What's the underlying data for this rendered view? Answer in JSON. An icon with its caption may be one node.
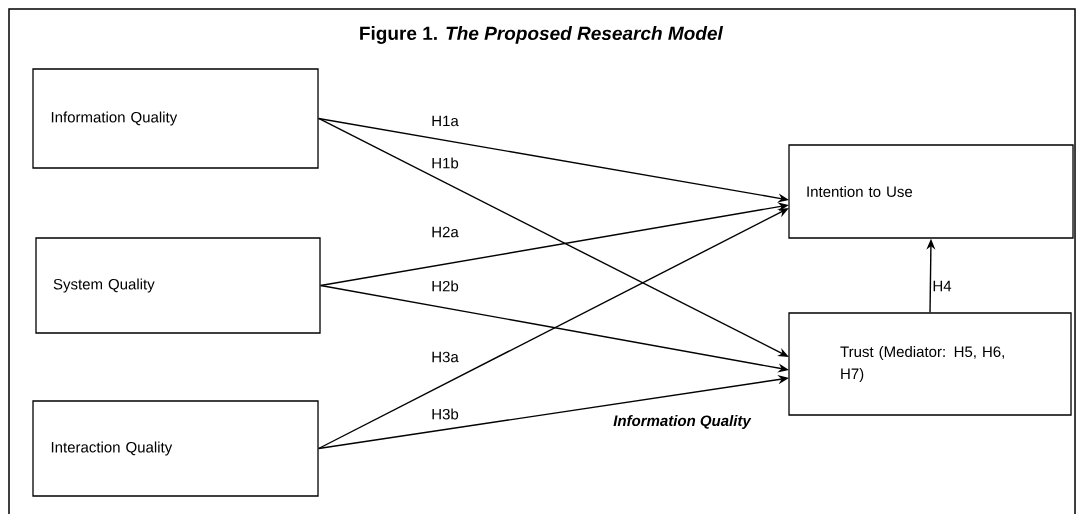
{
  "diagram": {
    "title": "Figure 1. *The Proposed Research Model*",
    "nodes": [
      {
        "text": [
          "Information Quality"
        ]
      },
      {
        "text": [
          "System Quality"
        ]
      },
      {
        "text": [
          "Interaction Quality"
        ]
      },
      {
        "text": [
          "Intention to Use"
        ]
      },
      {
        "text": [
          "Trust (Mediator: H5, H6, H7)"
        ]
      }
    ],
    "edges": [
      {
        "from": 0,
        "to": 3,
        "arrow": "to",
        "label": "H1a"
      },
      {
        "from": 0,
        "to": 4,
        "arrow": "to",
        "label": "H1b"
      },
      {
        "from": 1,
        "to": 3,
        "arrow": "to",
        "label": "H2a"
      },
      {
        "from": 1,
        "to": 4,
        "arrow": "to",
        "label": "H2b"
      },
      {
        "from": 2,
        "to": 3,
        "arrow": "to",
        "label": "H3a"
      },
      {
        "from": 2,
        "to": 4,
        "arrow": "to",
        "label": "H3b"
      },
      {
        "from": 4,
        "to": 3,
        "arrow": "to",
        "label": "H4"
      }
    ],
    "labels": [
      "Information Quality"
    ]
  }
}
